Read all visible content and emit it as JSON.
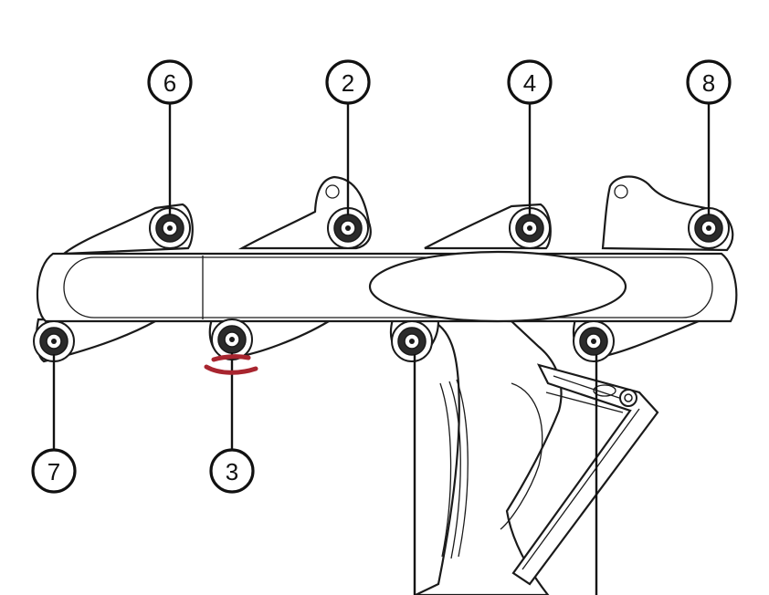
{
  "diagram": {
    "callouts": [
      {
        "id": "6",
        "label": "6"
      },
      {
        "id": "2",
        "label": "2"
      },
      {
        "id": "4",
        "label": "4"
      },
      {
        "id": "8",
        "label": "8"
      },
      {
        "id": "7",
        "label": "7"
      },
      {
        "id": "3",
        "label": "3"
      }
    ],
    "colors": {
      "line": "#1a1a1a",
      "annotation_mark": "#a8252f"
    }
  }
}
